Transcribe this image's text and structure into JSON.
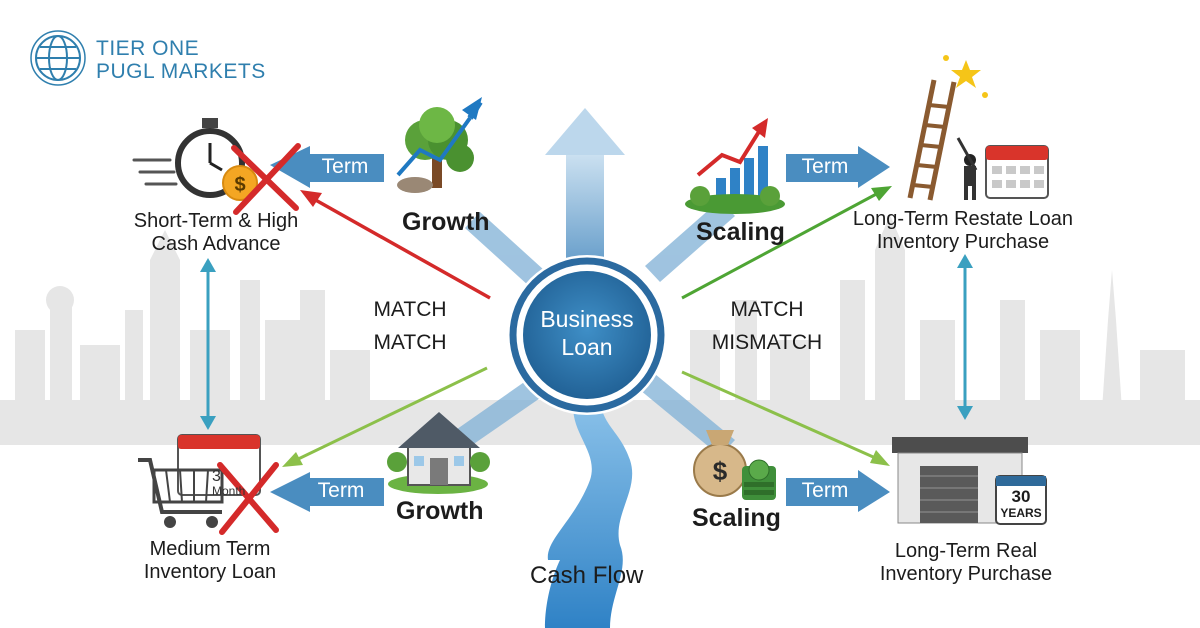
{
  "brand": {
    "line1": "TIER ONE",
    "line2": "PUGL MARKETS"
  },
  "center": {
    "line1": "Business",
    "line2": "Loan"
  },
  "bottom_label": "Cash Flow",
  "top_left": {
    "line1": "Short-Term &  High",
    "line2": "Cash Advance"
  },
  "top_right": {
    "line1": "Long-Term Restate Loan",
    "line2": "Inventory Purchase"
  },
  "bottom_left": {
    "line1": "Medium Term",
    "line2": "Inventory Loan"
  },
  "bottom_right": {
    "line1": "Long-Term Real",
    "line2": "Inventory Purchase"
  },
  "branches": {
    "top_left": {
      "label": "Growth",
      "term": "Term"
    },
    "top_right": {
      "label": "Scaling",
      "term": "Term"
    },
    "bottom_left": {
      "label": "Growth",
      "term": "Term"
    },
    "bottom_right": {
      "label": "Scaling",
      "term": "Term"
    }
  },
  "left_status": {
    "line1": "MATCH",
    "line2": "MATCH"
  },
  "right_status": {
    "line1": "MATCH",
    "line2": "MISMATCH"
  },
  "calendar_badge": {
    "number": "30",
    "text": "YEARS"
  },
  "calendar_small": {
    "number": "3",
    "text": "Month"
  },
  "colors": {
    "accent_blue": "#2f78ad",
    "arrow_blue": "#5a97c6",
    "red": "#d42a2a",
    "green": "#5aaa34",
    "skyline": "#e3e3e3"
  }
}
